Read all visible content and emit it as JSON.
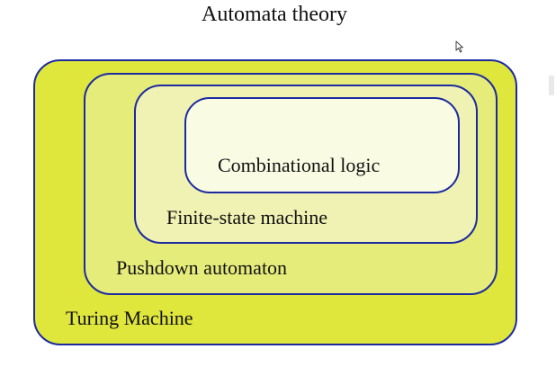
{
  "diagram": {
    "title": "Automata theory",
    "layers": [
      {
        "key": "turing",
        "label": "Turing Machine",
        "fill": "#dfe63c"
      },
      {
        "key": "pda",
        "label": "Pushdown automaton",
        "fill": "#e6ec7a"
      },
      {
        "key": "fsm",
        "label": "Finite-state machine",
        "fill": "#eff2b2"
      },
      {
        "key": "comb",
        "label": "Combinational logic",
        "fill": "#f9fbe2"
      }
    ],
    "border_color": "#1c2aa0"
  },
  "cursor": {
    "icon": "mouse-pointer-icon"
  }
}
